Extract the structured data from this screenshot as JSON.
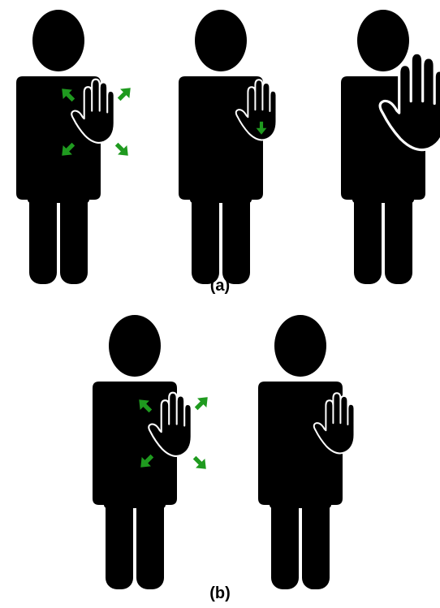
{
  "captions": {
    "a": "(a)",
    "b": "(b)"
  },
  "colors": {
    "figure": "#000000",
    "arrow": "#1f9a1f",
    "hand_outline": "#ffffff",
    "background": "#ffffff"
  },
  "panels": [
    {
      "label_key": "a",
      "figures": [
        {
          "hand": "small",
          "arrows": "expand-four"
        },
        {
          "hand": "small",
          "arrows": "down-in-palm"
        },
        {
          "hand": "large",
          "arrows": "none"
        }
      ]
    },
    {
      "label_key": "b",
      "figures": [
        {
          "hand": "small",
          "arrows": "expand-four"
        },
        {
          "hand": "small",
          "arrows": "none"
        }
      ]
    }
  ],
  "icons": [
    "person-silhouette-icon",
    "open-hand-icon",
    "arrow-icon"
  ]
}
